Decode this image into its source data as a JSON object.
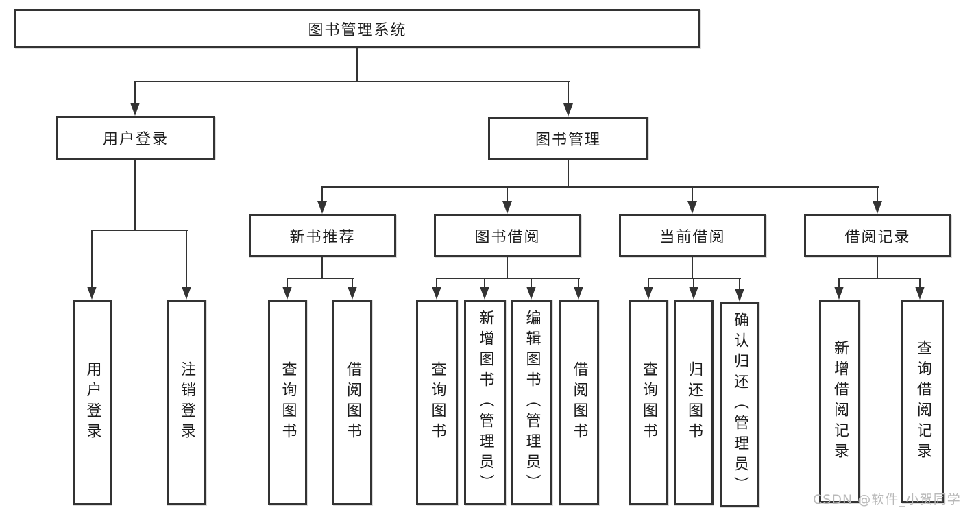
{
  "tree": {
    "label": "图书管理系统",
    "children": [
      {
        "label": "用户登录",
        "children": [
          {
            "label": "用户登录"
          },
          {
            "label": "注销登录"
          }
        ]
      },
      {
        "label": "图书管理",
        "children": [
          {
            "label": "新书推荐",
            "children": [
              {
                "label": "查询图书"
              },
              {
                "label": "借阅图书"
              }
            ]
          },
          {
            "label": "图书借阅",
            "children": [
              {
                "label": "查询图书"
              },
              {
                "label": "新增图书（管理员）"
              },
              {
                "label": "编辑图书（管理员）"
              },
              {
                "label": "借阅图书"
              }
            ]
          },
          {
            "label": "当前借阅",
            "children": [
              {
                "label": "查询图书"
              },
              {
                "label": "归还图书"
              },
              {
                "label": "确认归还（管理员）"
              }
            ]
          },
          {
            "label": "借阅记录",
            "children": [
              {
                "label": "新增借阅记录"
              },
              {
                "label": "查询借阅记录"
              }
            ]
          }
        ]
      }
    ]
  },
  "watermark": {
    "text": "CSDN @软件_小贺同学"
  },
  "colors": {
    "line": "#333333",
    "text": "#1c1c1c",
    "background": "#ffffff",
    "watermark": "#b9b9b9"
  }
}
